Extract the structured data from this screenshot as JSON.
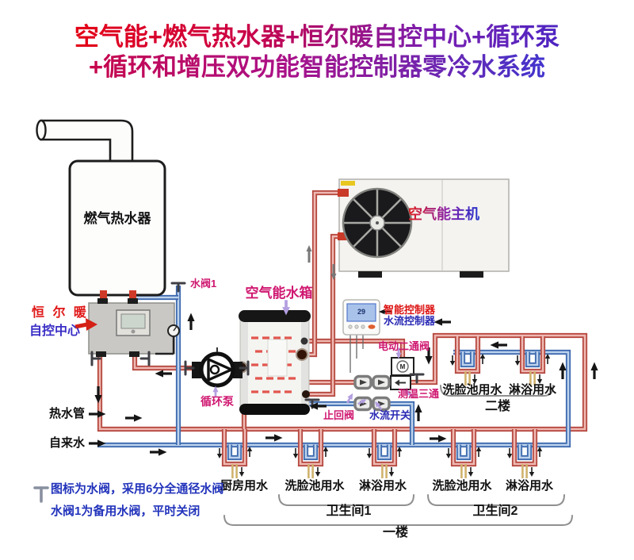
{
  "title": {
    "line1": "空气能+燃气热水器+恒尔暖自控中心+循环泵",
    "line2": "+循环和增压双功能智能控制器零冷水系统"
  },
  "components": {
    "gas_heater": "燃气热水器",
    "heat_pump": "空气能主机",
    "tank": "空气能水箱",
    "control_center_name": "恒 尔 暖",
    "control_center_sub": "自控中心",
    "valve1": "水阀1",
    "pump": "循环泵",
    "controller_line1": "智能控制器",
    "controller_line2": "水流控制器",
    "motor_valve": "电动二通阀",
    "motor_valve_m": "M",
    "temp_tee": "测温三通",
    "check_valve": "止回阀",
    "flow_switch": "水流开关",
    "thermostat_display": "29"
  },
  "pipes": {
    "hot_label": "热水管",
    "cold_label": "自来水"
  },
  "floors": {
    "floor1": "一楼",
    "floor2": "二楼",
    "bathroom1": "卫生间1",
    "bathroom2": "卫生间2"
  },
  "fixtures": {
    "floor1": [
      "厨房用水",
      "洗脸池用水",
      "淋浴用水",
      "洗脸池用水",
      "淋浴用水"
    ],
    "floor2": [
      "洗脸池用水",
      "淋浴用水"
    ]
  },
  "note": {
    "line1": "图标为水阀，采用6分全通径水阀",
    "line2": "水阀1为备用水阀，平时关闭"
  },
  "colors": {
    "hot": "#b5483f",
    "cold": "#3c69ae",
    "magenta": "#cf1770",
    "label_blue": "#2a2ab5",
    "label_red": "#dd1414"
  }
}
